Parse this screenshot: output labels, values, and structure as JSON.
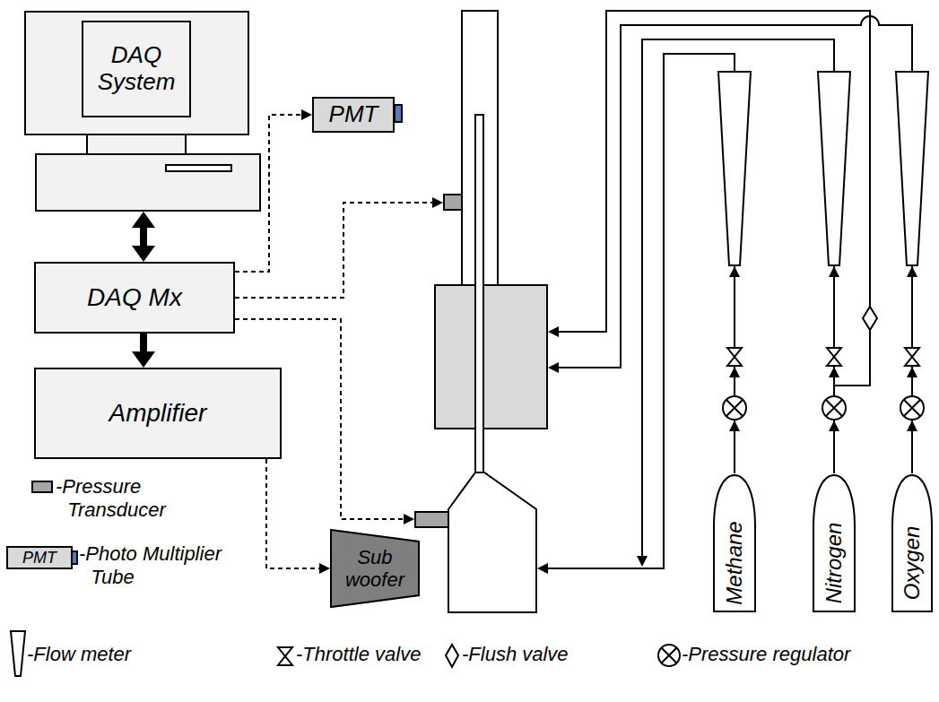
{
  "diagram": {
    "nodes": [
      {
        "text": [
          "DAQ System"
        ]
      },
      {
        "text": [
          "PMT"
        ]
      },
      {
        "text": [
          "DAQ Mx"
        ]
      },
      {
        "text": [
          "Amplifier"
        ]
      },
      {
        "text": [
          "Sub woofer"
        ]
      },
      {
        "text": [
          "Methane"
        ]
      },
      {
        "text": [
          "Nitrogen"
        ]
      },
      {
        "text": [
          "Oxygen"
        ]
      }
    ],
    "edges": [
      {
        "from": 0,
        "to": 2,
        "arrow": "both"
      },
      {
        "from": 2,
        "to": 3,
        "arrow": "to"
      },
      {
        "from": 2,
        "to": 1,
        "arrow": "to"
      },
      {
        "from": 3,
        "to": 4,
        "arrow": "to"
      }
    ],
    "labels": [
      "PMT"
    ],
    "legend": [
      {
        "text": "-Pressure Transducer"
      },
      {
        "text": "-Photo Multiplier Tube"
      },
      {
        "text": "-Flow meter"
      },
      {
        "text": "-Throttle valve"
      },
      {
        "text": "-Flush valve"
      },
      {
        "text": "-Pressure regulator"
      }
    ]
  }
}
